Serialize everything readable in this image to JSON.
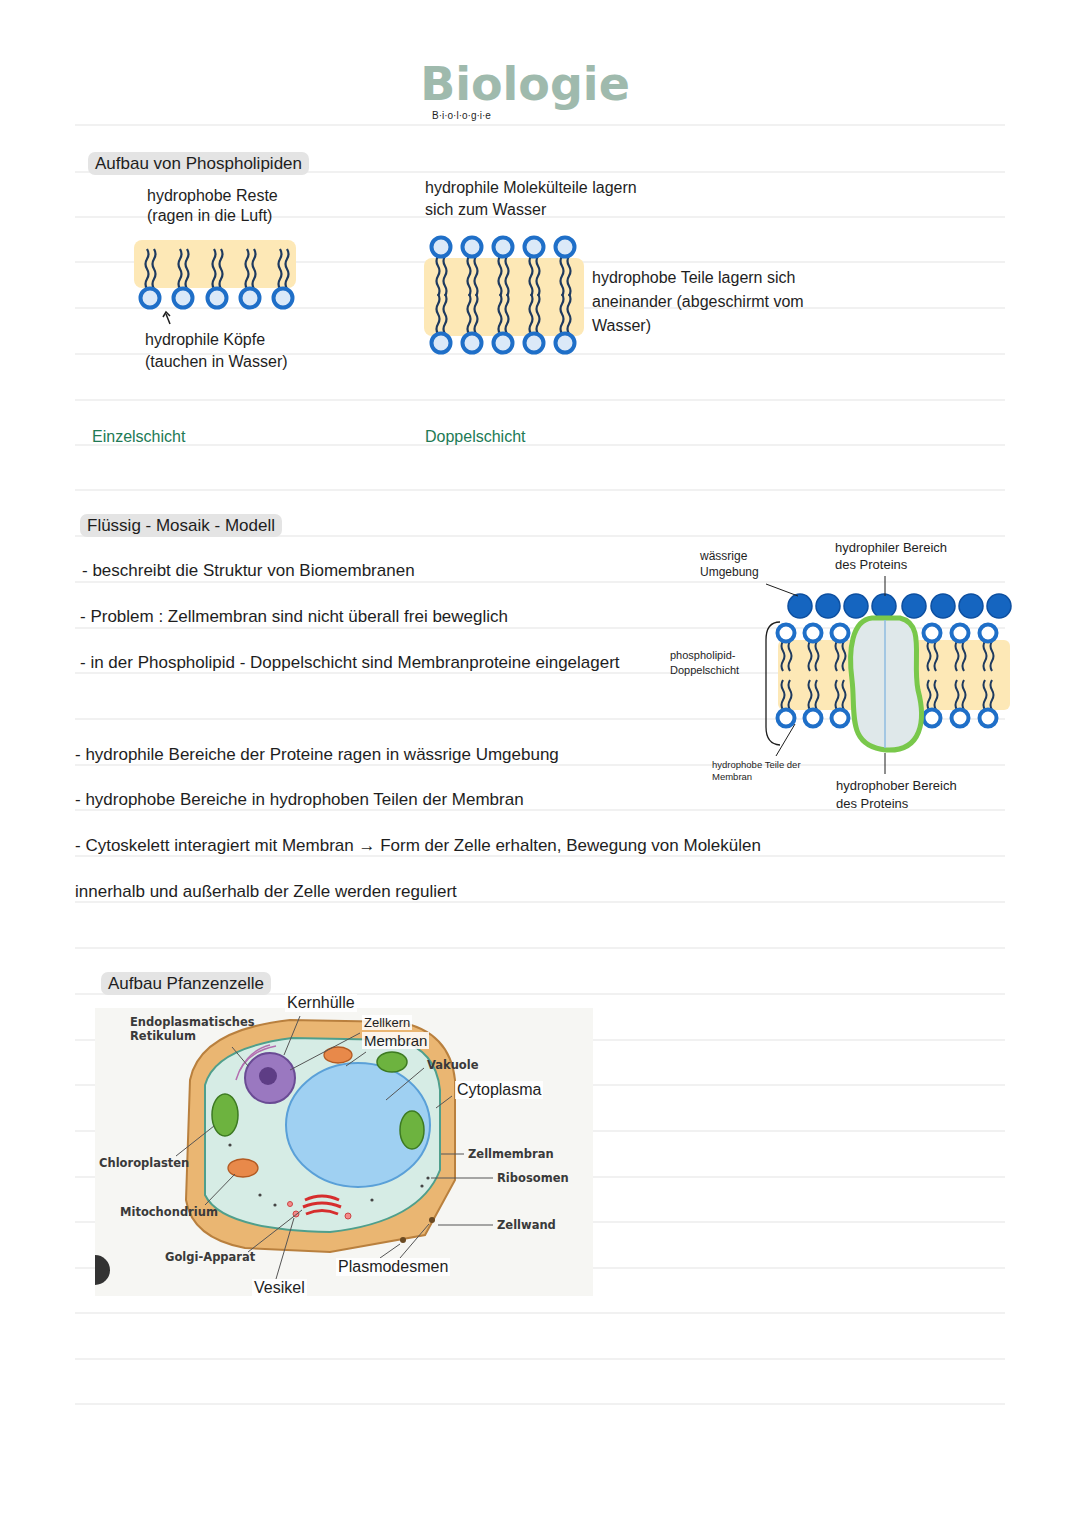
{
  "diagram": {
    "title": "Biologie",
    "nodes": [
      {
        "text": [
          "Aufbau von Phospholipiden"
        ]
      },
      {
        "text": [
          "Flüssig - Mosaik - Modell"
        ]
      },
      {
        "text": [
          "Aufbau Pfanzenzelle"
        ]
      }
    ],
    "labels": [
      "B·i·o·l·o·g·i·e",
      "hydrophobe Reste (ragen in die Luft)",
      "hydrophile Köpfe (tauchen in Wasser)",
      "hydrophile Molekülteile lagern sich zum Wasser",
      "hydrophobe Teile lagern sich aneinander (abgeschirmt vom Wasser)",
      "Einzelschicht",
      "Doppelschicht",
      "- beschreibt die Struktur von Biomembranen",
      "- Problem : Zellmembran sind nicht überall frei beweglich",
      "- in der Phospholipid - Doppelschicht sind Membranproteine eingelagert",
      "- hydrophile Bereiche der Proteine ragen in wässrige Umgebung",
      "- hydrophobe Bereiche in hydrophoben Teilen der Membran",
      "- Cytoskelett interagiert mit Membran → Form der Zelle erhalten, Bewegung von Molekülen innerhalb und außerhalb der Zelle werden reguliert",
      "wässrige Umgebung",
      "hydrophiler Bereich des Proteins",
      "phospholipid-Doppelschicht",
      "hydrophobe Teile der Membran",
      "hydrophober Bereich des Proteins",
      "Kernhülle",
      "Endoplasmatisches Retikulum",
      "Zellkern",
      "Membran",
      "Vakuole",
      "Cytoplasma",
      "Chloroplasten",
      "Zellmembran",
      "Ribosomen",
      "Mitochondrium",
      "Zellwand",
      "Golgi-Apparat",
      "Plasmodesmen",
      "Vesikel"
    ]
  }
}
